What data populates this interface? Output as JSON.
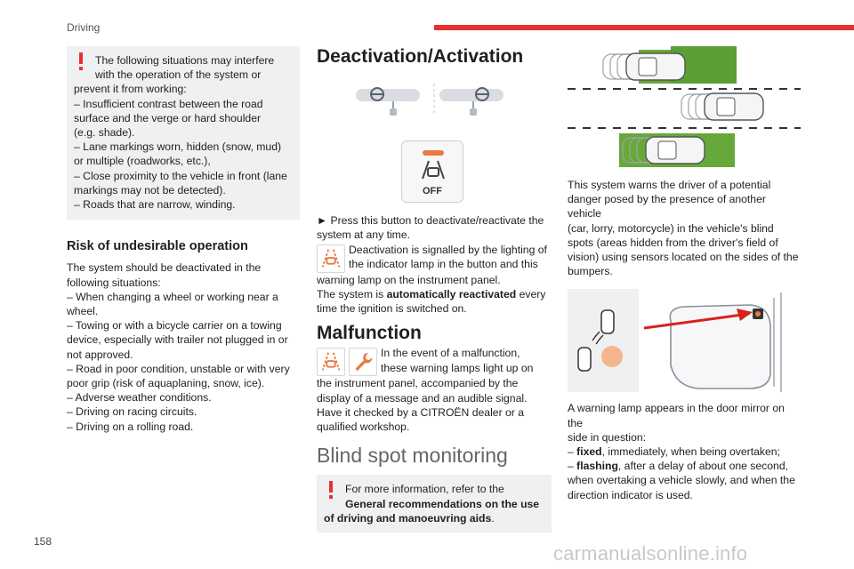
{
  "header": {
    "section": "Driving",
    "page_number": "158",
    "accent_color": "#e8312f"
  },
  "watermark": "carmanualsonline.info",
  "col1": {
    "note": {
      "lead": [
        "The following situations may interfere",
        "with the operation of the system or"
      ],
      "lines": [
        "prevent it from working:",
        "–  Insufficient contrast between the road",
        "surface and the verge or hard shoulder",
        "(e.g. shade).",
        "–  Lane markings worn, hidden (snow, mud)",
        "or multiple (roadworks, etc.),",
        "–  Close proximity to the vehicle in front (lane",
        "markings may not be detected).",
        "–  Roads that are narrow, winding."
      ]
    },
    "risk_title": "Risk of undesirable operation",
    "risk_lines": [
      "The system should be deactivated in the",
      "following situations:",
      "–  When changing a wheel or working near a",
      "wheel.",
      "–  Towing or with a bicycle carrier on a towing",
      "device, especially with trailer not plugged in or",
      "not approved.",
      "–  Road in poor condition, unstable or with very",
      "poor grip (risk of aquaplaning, snow, ice).",
      "–  Adverse weather conditions.",
      "–  Driving on racing circuits.",
      "–  Driving on a rolling road."
    ]
  },
  "col2": {
    "deact_title": "Deactivation/Activation",
    "button_label": "OFF",
    "press_lines": [
      "► Press this button to deactivate/reactivate the",
      "system at any time."
    ],
    "deact_signal_lines": [
      "Deactivation is signalled by the lighting of",
      "the indicator lamp in the button and this"
    ],
    "deact_signal_tail": "warning lamp on the instrument panel.",
    "auto_pre": "The system is ",
    "auto_bold": "automatically reactivated",
    "auto_post": " every",
    "auto_tail": "time the ignition is switched on.",
    "malf_title": "Malfunction",
    "malf_lead": [
      "In the event of a malfunction,",
      "these warning lamps light up on"
    ],
    "malf_lines": [
      "the instrument panel, accompanied by the",
      "display of a message and an audible signal.",
      "Have it checked by a CITROËN dealer or a",
      "qualified workshop."
    ],
    "bsm_title": "Blind spot monitoring",
    "note_lead": "For more information, refer to the",
    "note_bold_1": "General recommendations on the use",
    "note_bold_2": "of driving and manoeuvring aids",
    "note_end": "."
  },
  "col3": {
    "intro_lines": [
      "This system warns the driver of a potential",
      "danger posed by the presence of another vehicle",
      "(car, lorry, motorcycle) in the vehicle's blind",
      "spots (areas hidden from the driver's field of",
      "vision) using sensors located on the sides of the",
      "bumpers."
    ],
    "lamp_lines": [
      "A warning lamp appears in the door mirror on the",
      "side in question:"
    ],
    "fixed_bold": "fixed",
    "fixed_rest": ", immediately, when being overtaken;",
    "flash_bold": "flashing",
    "flash_rest": ", after a delay of about one second,",
    "flash_lines": [
      "when overtaking a vehicle slowly, and when the",
      "direction indicator is used."
    ]
  }
}
